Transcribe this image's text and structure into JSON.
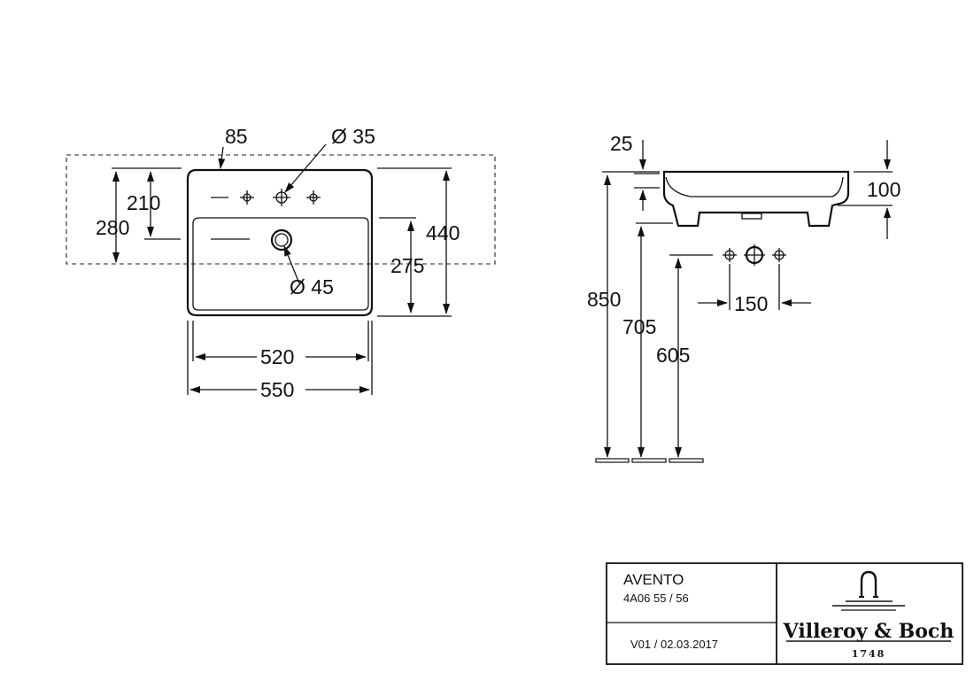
{
  "drawing": {
    "top_view": {
      "dim_85": "85",
      "dim_dia35": "Ø 35",
      "dim_210": "210",
      "dim_280": "280",
      "dim_440": "440",
      "dim_275": "275",
      "dim_dia45": "Ø 45",
      "dim_520": "520",
      "dim_550": "550"
    },
    "side_view": {
      "dim_25": "25",
      "dim_100": "100",
      "dim_850": "850",
      "dim_705": "705",
      "dim_605": "605",
      "dim_150": "150"
    }
  },
  "title_block": {
    "product_name": "AVENTO",
    "article_numbers": "4A06 55 / 56",
    "version": "V01 / 02.03.2017",
    "brand_name": "Villeroy & Boch",
    "brand_year": "1748"
  }
}
